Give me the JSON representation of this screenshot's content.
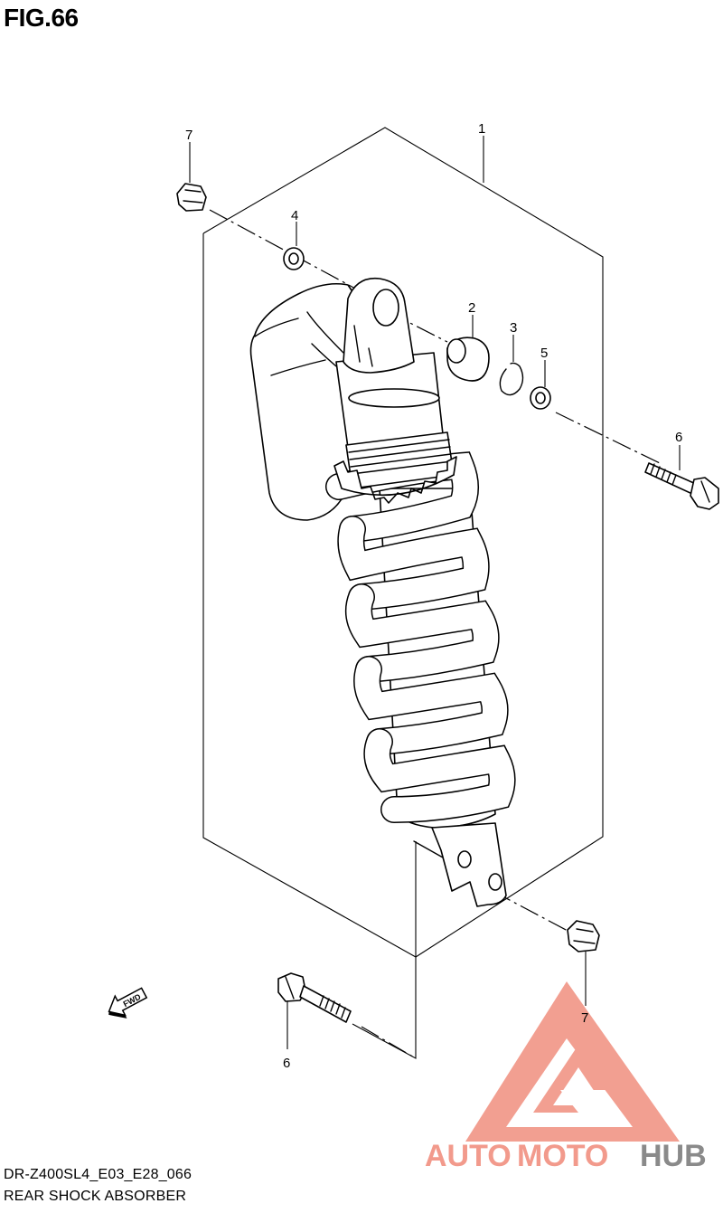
{
  "figure": {
    "title": "FIG.66",
    "model_code": "DR-Z400SL4_E03_E28_066",
    "description": "REAR SHOCK ABSORBER"
  },
  "callouts": {
    "c1": "1",
    "c2": "2",
    "c3": "3",
    "c4": "4",
    "c5": "5",
    "c6_right": "6",
    "c6_bottom": "6",
    "c7_top": "7",
    "c7_bottom": "7"
  },
  "direction": {
    "label": "FWD",
    "icon": "fwd-arrow-icon"
  },
  "watermark": {
    "word_auto": "AUTO",
    "word_moto": "MOTO",
    "word_hub": "HUB",
    "accent_color": "#f29a8c",
    "gray_color": "#8a8a8a",
    "icon": "triangle-logo-icon"
  }
}
